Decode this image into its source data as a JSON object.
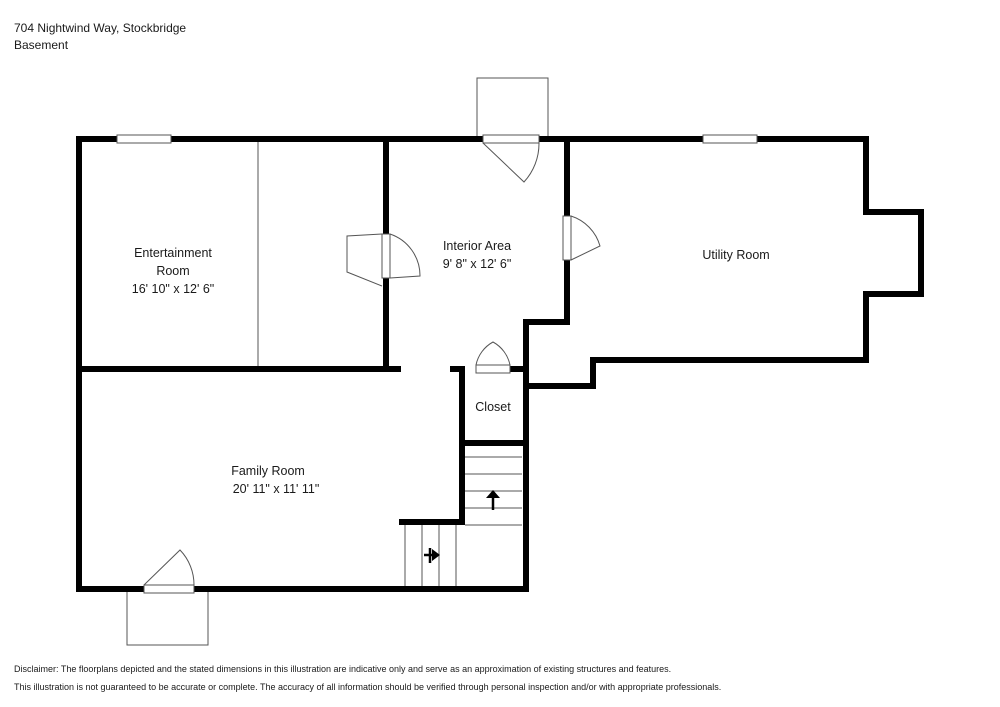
{
  "header": {
    "address": "704 Nightwind Way, Stockbridge",
    "level": "Basement"
  },
  "rooms": {
    "entertainment": {
      "name_line1": "Entertainment",
      "name_line2": "Room",
      "dimensions": "16' 10\" x 12' 6\""
    },
    "interior": {
      "name": "Interior Area",
      "dimensions": "9' 8\" x 12' 6\""
    },
    "utility": {
      "name": "Utility Room"
    },
    "closet": {
      "name": "Closet"
    },
    "family": {
      "name": "Family Room",
      "dimensions": "20' 11\" x 11' 11\""
    }
  },
  "disclaimer": {
    "line1": "Disclaimer: The floorplans depicted and the stated dimensions in this illustration are indicative only and serve as an approximation of existing structures and features.",
    "line2": "This illustration is not guaranteed to be accurate or complete. The accuracy of all information should be verified through personal inspection and/or with appropriate professionals."
  },
  "colors": {
    "wall": "#000000",
    "thin_line": "#555555",
    "background": "#ffffff",
    "text": "#1a1a1a"
  }
}
